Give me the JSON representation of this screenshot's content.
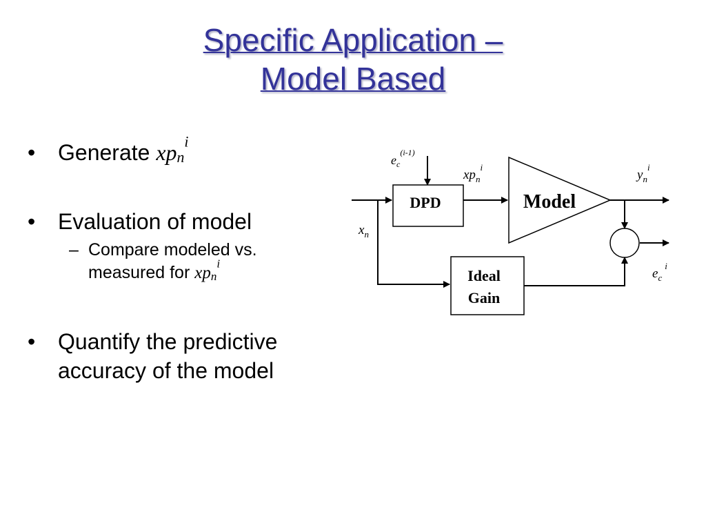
{
  "title": {
    "line1": "Specific Application –",
    "line2": "Model Based"
  },
  "bullets": {
    "b1": {
      "text": "Generate ",
      "math": {
        "base": "xp",
        "sub": "n",
        "sup": "i"
      }
    },
    "b2": {
      "text": "Evaluation of model"
    },
    "b2_sub": {
      "line1": "Compare modeled vs.",
      "line2": "measured for ",
      "math": {
        "base": "xp",
        "sub": "n",
        "sup": "i"
      }
    },
    "b3": {
      "line1": "Quantify the predictive",
      "line2": "accuracy of the model"
    }
  },
  "diagram": {
    "blocks": {
      "dpd": "DPD",
      "model": "Model",
      "ideal_gain_line1": "Ideal",
      "ideal_gain_line2": "Gain"
    },
    "signals": {
      "ec_prev": {
        "base": "e",
        "sub": "c",
        "sup": "(i-1)"
      },
      "xpn": {
        "base": "xp",
        "sub": "n",
        "sup": "i"
      },
      "yn": {
        "base": "y",
        "sub": "n",
        "sup": "i"
      },
      "xn": {
        "base": "x",
        "sub": "n"
      },
      "ec": {
        "base": "e",
        "sub": "c",
        "sup": "i"
      }
    }
  }
}
